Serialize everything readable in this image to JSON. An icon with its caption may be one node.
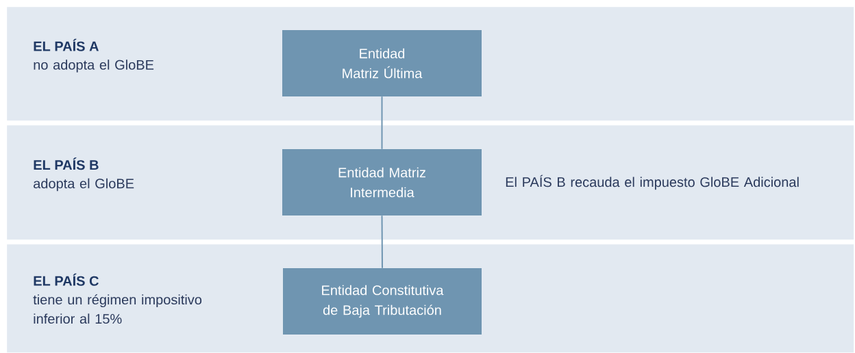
{
  "diagram": {
    "nodes": [
      {
        "text": [
          "EL PAÍS A",
          "no adopta el GloBE"
        ]
      },
      {
        "text": [
          "Entidad Matriz Última"
        ],
        "in": 0
      },
      {
        "text": [
          "EL PAÍS B",
          "adopta el GloBE"
        ]
      },
      {
        "text": [
          "Entidad Matriz Intermedia"
        ],
        "in": 2,
        "beside": [
          "El PAÍS B recauda el impuesto GloBE Adicional"
        ]
      },
      {
        "text": [
          "EL PAÍS C",
          "tiene un régimen impositivo inferior al 15%"
        ]
      },
      {
        "text": [
          "Entidad Constitutiva de Baja Tributación"
        ],
        "in": 4
      }
    ],
    "edges": [
      {
        "from": 1,
        "to": 3,
        "arrow": "none"
      },
      {
        "from": 3,
        "to": 5,
        "arrow": "none"
      }
    ]
  }
}
